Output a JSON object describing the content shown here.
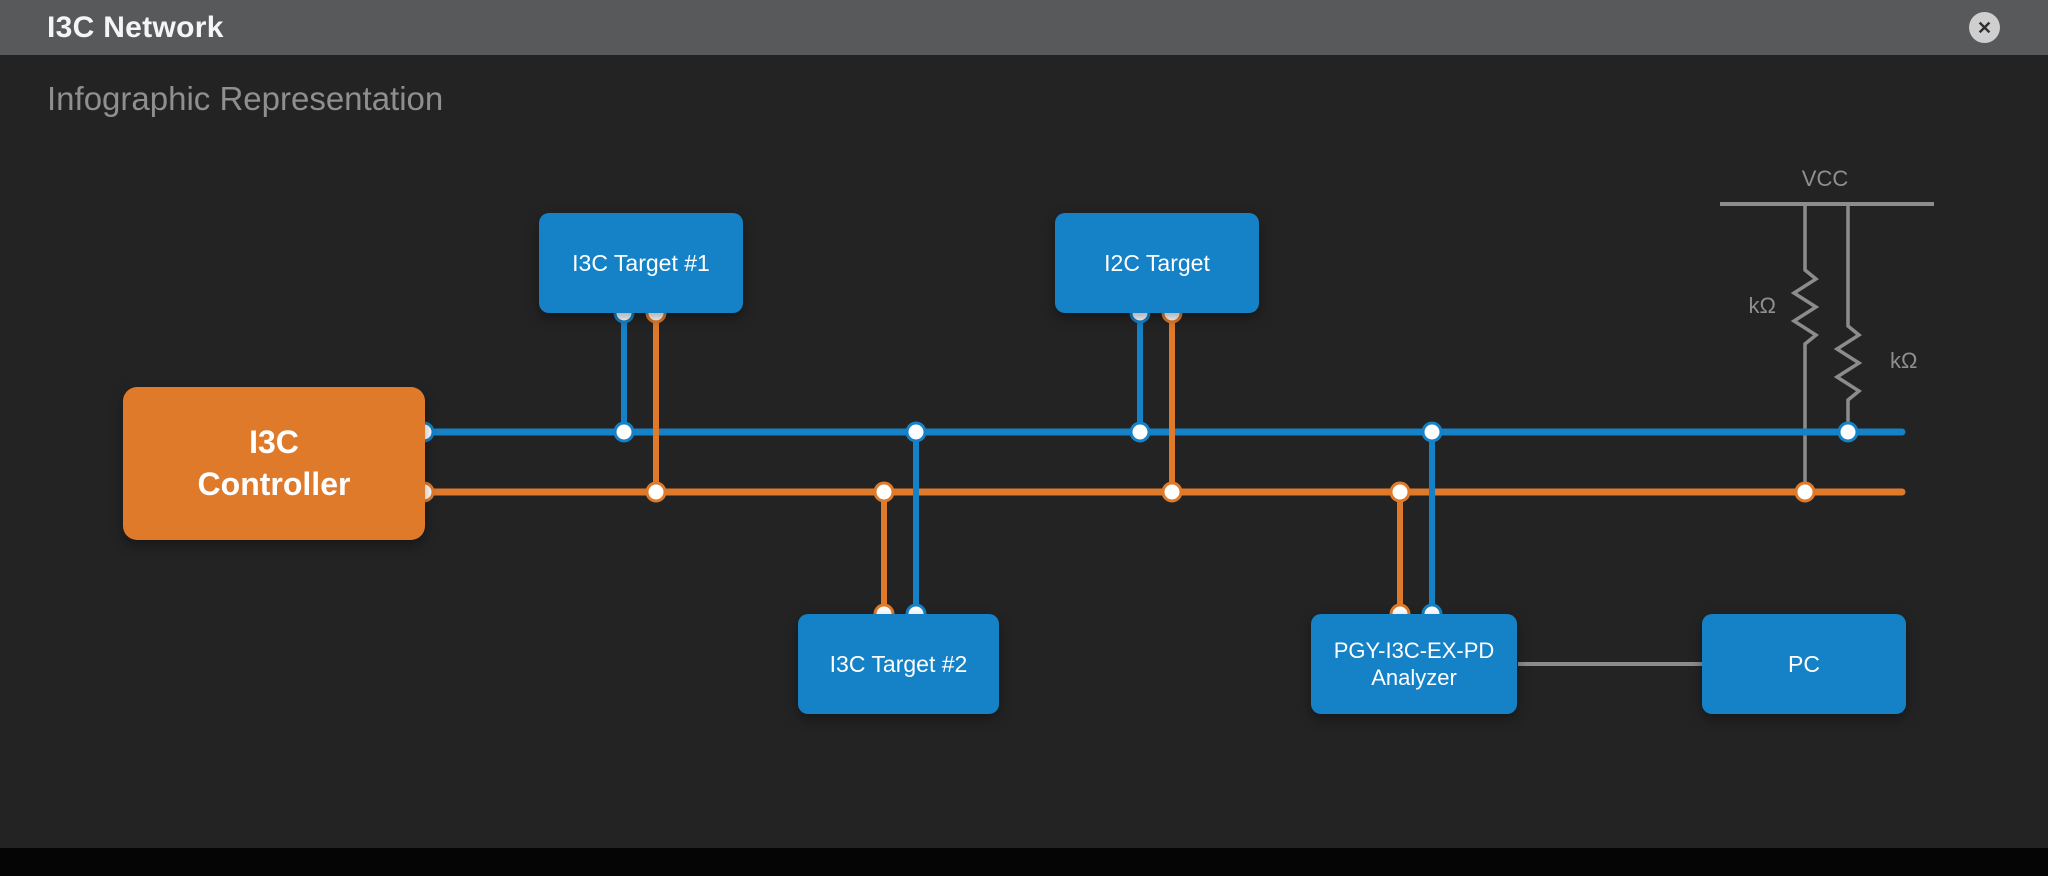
{
  "window": {
    "title": "I3C Network",
    "close_label": "✕"
  },
  "heading": {
    "subtitle": "Infographic Representation"
  },
  "colors": {
    "blue": "#1581C6",
    "orange": "#DF7A2B",
    "gray": "#8C8C8C",
    "bg": "#232323",
    "titlebar": "#58595B"
  },
  "nodes": {
    "controller": {
      "line1": "I3C",
      "line2": "Controller"
    },
    "target1": {
      "label": "I3C Target #1"
    },
    "i2c_target": {
      "label": "I2C Target"
    },
    "target2": {
      "label": "I3C Target #2"
    },
    "analyzer": {
      "line1": "PGY-I3C-EX-PD",
      "line2": "Analyzer"
    },
    "pc": {
      "label": "PC"
    }
  },
  "annotations": {
    "vcc": "VCC",
    "kohm_left": "kΩ",
    "kohm_right": "kΩ"
  }
}
